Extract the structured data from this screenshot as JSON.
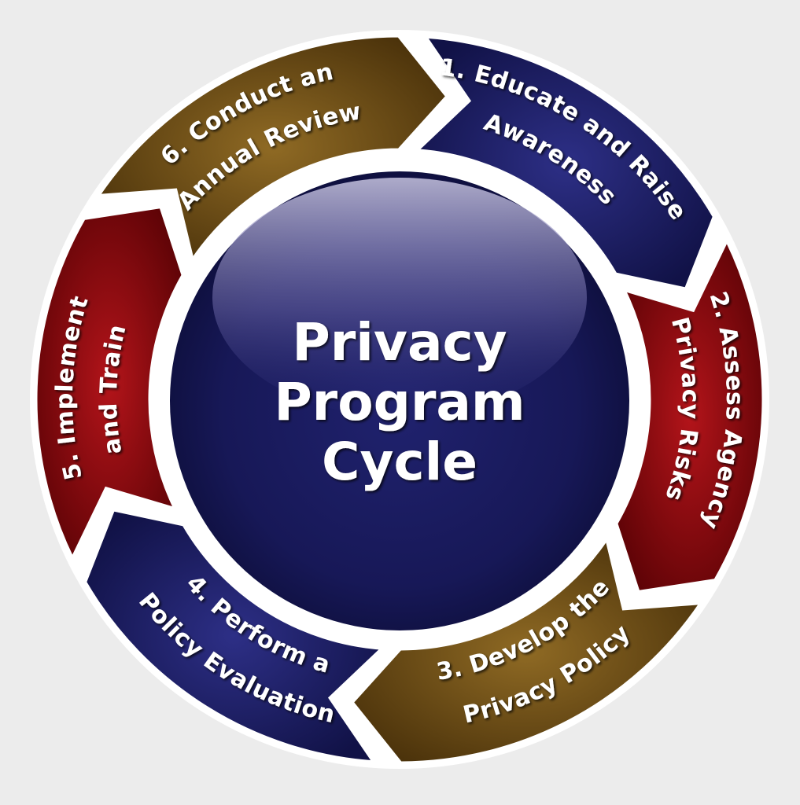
{
  "center": {
    "lines": [
      "Privacy",
      "Program",
      "Cycle"
    ]
  },
  "segments": [
    {
      "id": "s1",
      "lines": [
        "1. Educate and Raise",
        "Awareness"
      ],
      "color": "#1d1f66"
    },
    {
      "id": "s2",
      "lines": [
        "2. Assess Agency",
        "Privacy Risks"
      ],
      "color": "#8c0a0e"
    },
    {
      "id": "s3",
      "lines": [
        "3. Develop the",
        "Privacy Policy"
      ],
      "color": "#6e4d14"
    },
    {
      "id": "s4",
      "lines": [
        "4. Perform a",
        "Policy Evaluation"
      ],
      "color": "#1d1f66"
    },
    {
      "id": "s5",
      "lines": [
        "5. Implement",
        "and Train"
      ],
      "color": "#8c0a0e"
    },
    {
      "id": "s6",
      "lines": [
        "6.  Conduct an",
        "Annual Review"
      ],
      "color": "#6e4d14"
    }
  ],
  "colors": {
    "background": "#ececec",
    "navy": "#1d1f66",
    "red": "#8c0a0e",
    "brown": "#6e4d14",
    "orb": "#1a1b5e"
  }
}
